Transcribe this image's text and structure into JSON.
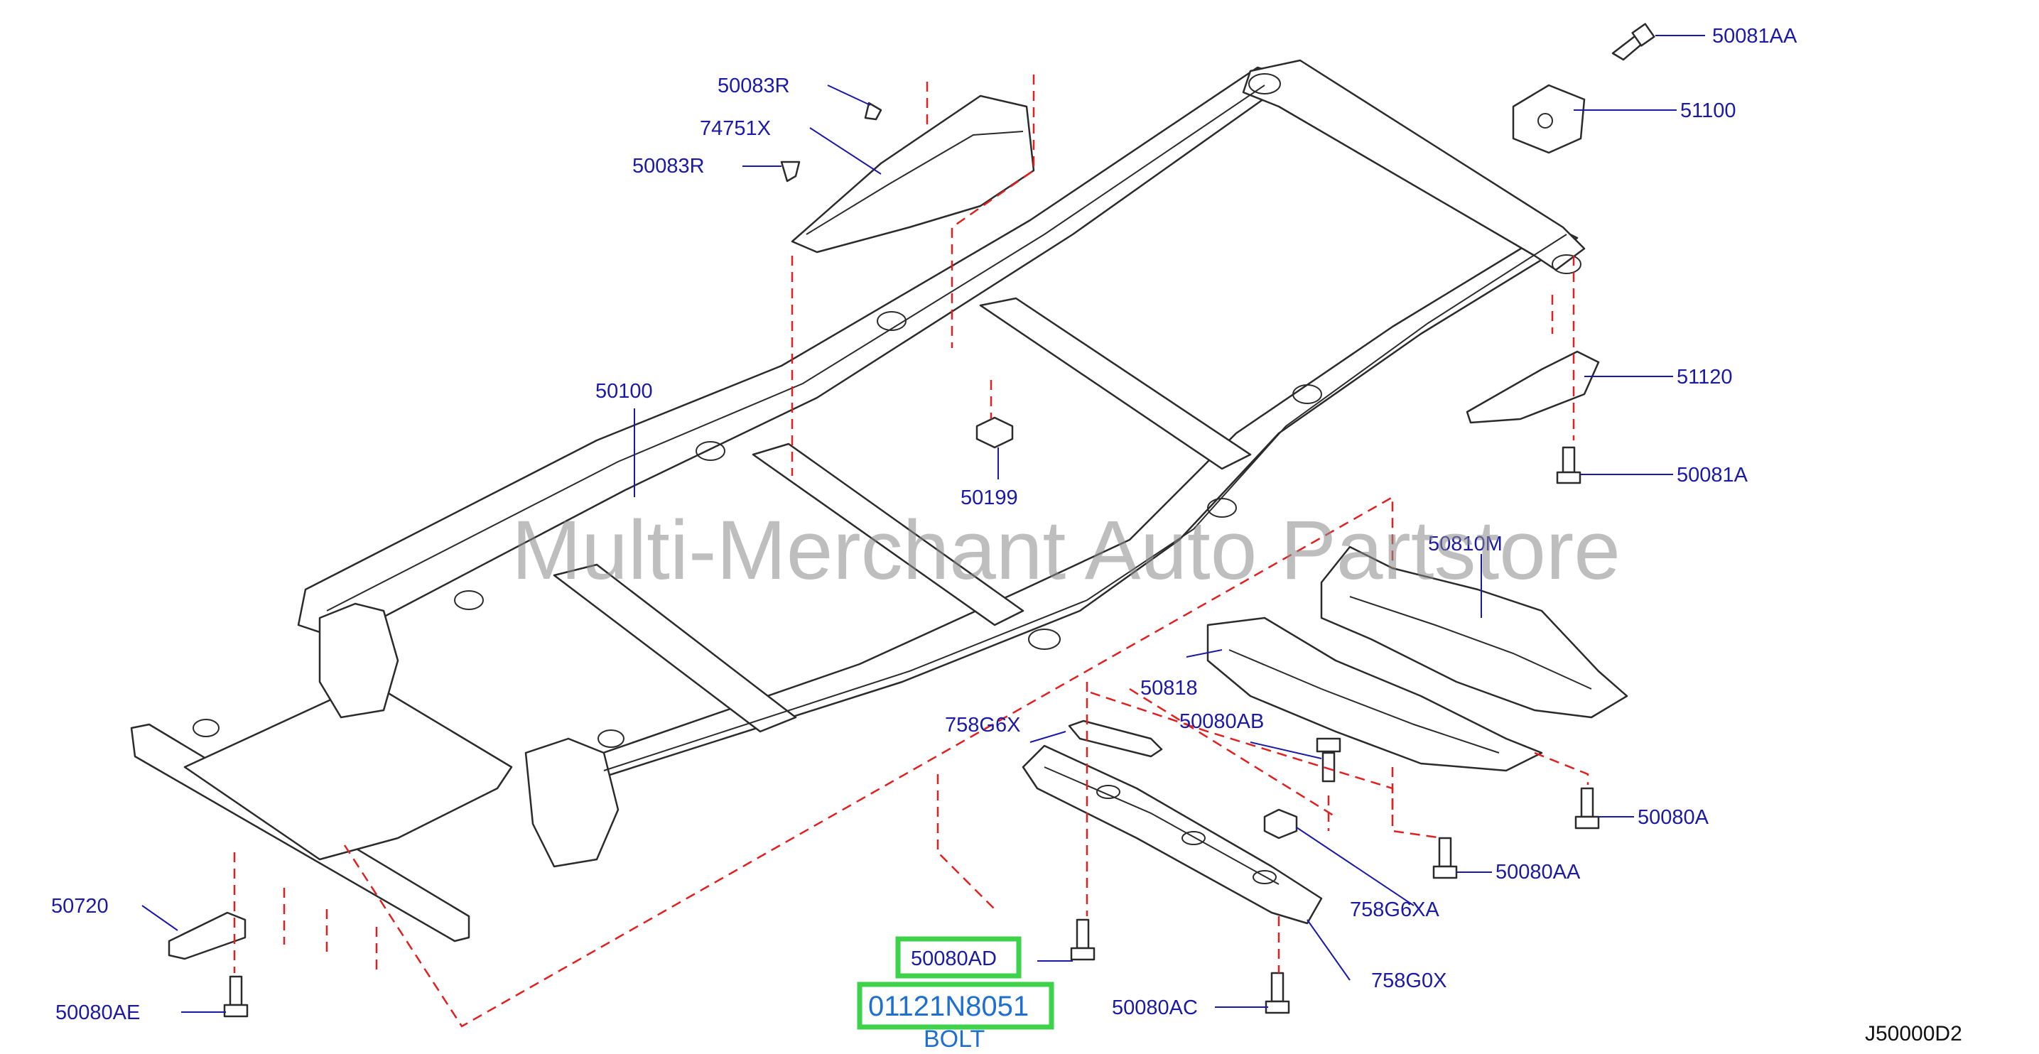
{
  "callouts": {
    "c50081AA": "50081AA",
    "c51100": "51100",
    "c50083R_top": "50083R",
    "c74751X": "74751X",
    "c50083R_mid": "50083R",
    "c50100": "50100",
    "c50199": "50199",
    "c51120": "51120",
    "c50081A": "50081A",
    "c50810M": "50810M",
    "c50818": "50818",
    "c758G6X": "758G6X",
    "c50080AB": "50080AB",
    "c50080A": "50080A",
    "c50080AA": "50080AA",
    "c758G6XA": "758G6XA",
    "c758G0X": "758G0X",
    "c50080AC": "50080AC",
    "c50720": "50720",
    "c50080AE": "50080AE"
  },
  "highlight": {
    "part_code": "50080AD",
    "part_number": "01121N8051",
    "description": "BOLT"
  },
  "diagram_code": "J50000D2",
  "watermark": "Multi-Merchant Auto Partstore",
  "colors": {
    "callout_text": "#1a1aa6",
    "highlight_text": "#1e6fd0",
    "highlight_border": "#3ed14a",
    "dashed_guide": "#e02020",
    "line_art": "#2b2b2b"
  }
}
